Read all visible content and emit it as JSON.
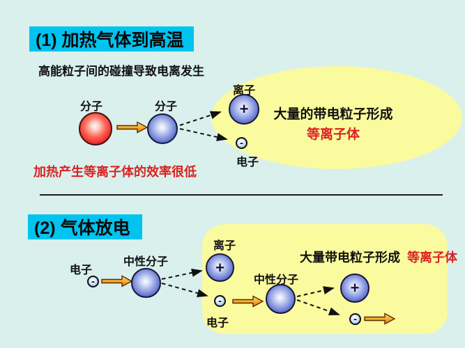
{
  "colors": {
    "background": "#d9f0ec",
    "title_highlight": "#00c3ef",
    "plasma_yellow": "#fafa9f",
    "accent_red": "#d92222",
    "arrow_orange": "#f7a821"
  },
  "signs": {
    "plus": "+",
    "minus": "-"
  },
  "section1": {
    "title": "(1) 加热气体到高温",
    "subtitle": "高能粒子间的碰撞导致电离发生",
    "molecule_left_label": "分子",
    "molecule_right_label": "分子",
    "ion_label": "离子",
    "electron_label": "电子",
    "result_line1": "大量的带电粒子形成",
    "result_line2": "等离子体",
    "caption": "加热产生等离子体的效率很低"
  },
  "section2": {
    "title": "(2) 气体放电",
    "incident_electron_label": "电子",
    "neutral_molecule1_label": "中性分子",
    "ion_label": "离子",
    "freed_electron_label": "电子",
    "neutral_molecule2_label": "中性分子",
    "result_black": "大量带电粒子形成",
    "result_red": "等离子体"
  }
}
